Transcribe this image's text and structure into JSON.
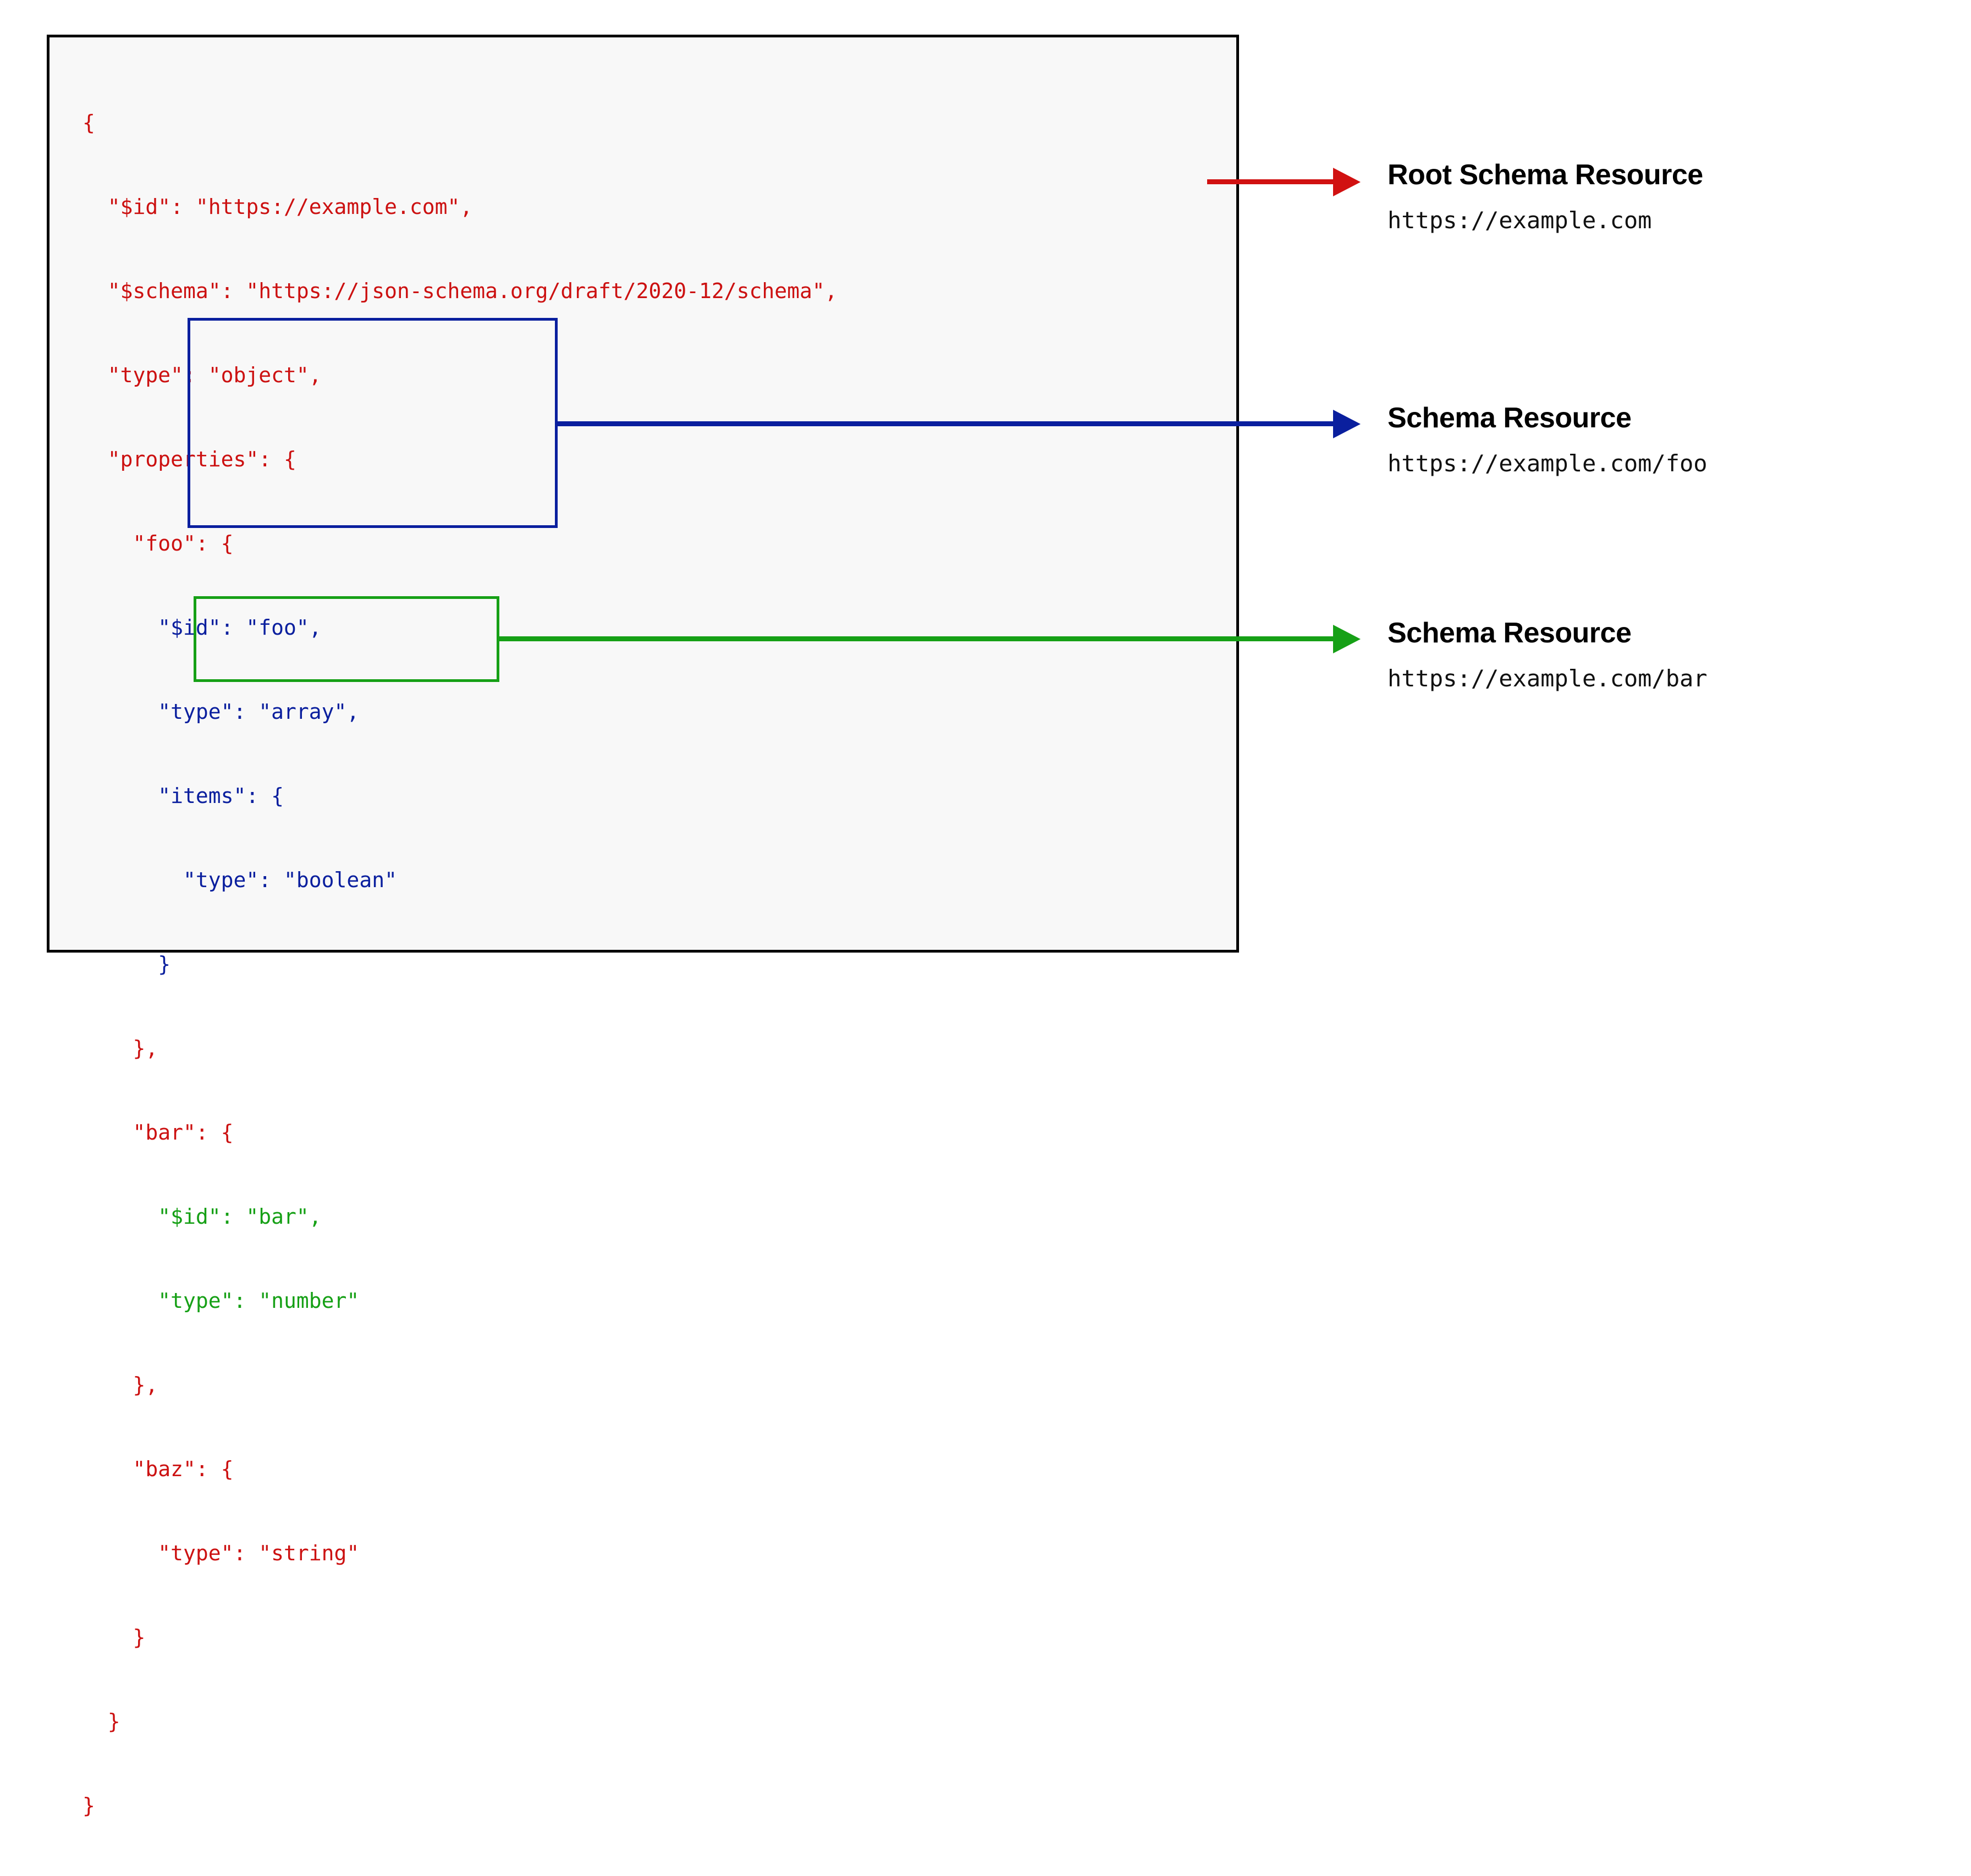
{
  "diagram": {
    "title": "JSON Schema resource identification",
    "colors": {
      "code_red": "#cc1111",
      "highlight_blue": "#0a1f9e",
      "highlight_green": "#16a016",
      "panel_background": "#f8f8f8",
      "panel_border": "#000000"
    }
  },
  "code": {
    "lines": [
      {
        "text": "{",
        "color": "red"
      },
      {
        "text": "  \"$id\": \"https://example.com\",",
        "color": "red"
      },
      {
        "text": "  \"$schema\": \"https://json-schema.org/draft/2020-12/schema\",",
        "color": "red"
      },
      {
        "text": "  \"type\": \"object\",",
        "color": "red"
      },
      {
        "text": "  \"properties\": {",
        "color": "red"
      },
      {
        "text": "    \"foo\": {",
        "color": "red"
      },
      {
        "text": "      \"$id\": \"foo\",",
        "color": "blue"
      },
      {
        "text": "      \"type\": \"array\",",
        "color": "blue"
      },
      {
        "text": "      \"items\": {",
        "color": "blue"
      },
      {
        "text": "        \"type\": \"boolean\"",
        "color": "blue"
      },
      {
        "text": "      }",
        "color": "blue"
      },
      {
        "text": "    },",
        "color": "red"
      },
      {
        "text": "    \"bar\": {",
        "color": "red"
      },
      {
        "text": "      \"$id\": \"bar\",",
        "color": "green"
      },
      {
        "text": "      \"type\": \"number\"",
        "color": "green"
      },
      {
        "text": "    },",
        "color": "red"
      },
      {
        "text": "    \"baz\": {",
        "color": "red"
      },
      {
        "text": "      \"type\": \"string\"",
        "color": "red"
      },
      {
        "text": "    }",
        "color": "red"
      },
      {
        "text": "  }",
        "color": "red"
      },
      {
        "text": "}",
        "color": "red"
      }
    ]
  },
  "annotations": [
    {
      "id": "root",
      "title": "Root Schema Resource",
      "url": "https://example.com",
      "arrow_color": "#d11111"
    },
    {
      "id": "foo",
      "title": "Schema Resource",
      "url": "https://example.com/foo",
      "arrow_color": "#0a1f9e"
    },
    {
      "id": "bar",
      "title": "Schema Resource",
      "url": "https://example.com/bar",
      "arrow_color": "#16a016"
    }
  ]
}
